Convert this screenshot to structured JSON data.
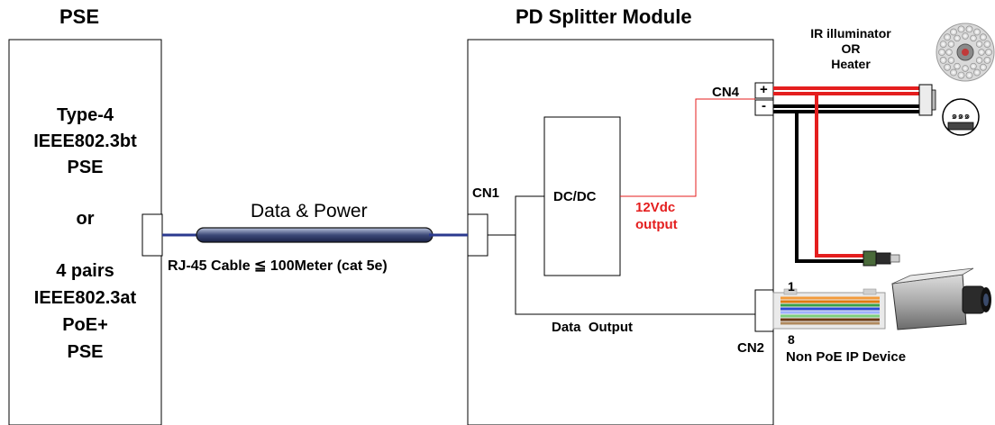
{
  "pse": {
    "title": "PSE",
    "line1": "Type-4",
    "line2": "IEEE802.3bt",
    "line3": "PSE",
    "or": "or",
    "line4": "4 pairs",
    "line5": "IEEE802.3at",
    "line6": "PoE+",
    "line7": "PSE"
  },
  "cable": {
    "label": "Data & Power",
    "spec": "RJ-45 Cable ≦ 100Meter (cat 5e)"
  },
  "splitter": {
    "title": "PD Splitter Module",
    "cn1": "CN1",
    "cn2": "CN2",
    "cn4": "CN4",
    "dcdc": "DC/DC",
    "output_line1": "12Vdc",
    "output_line2": "output",
    "data_output": "Data  Output",
    "plus": "+",
    "minus": "-"
  },
  "load": {
    "line1": "IR illuminator",
    "line2": "OR",
    "line3": "Heater",
    "heater_symbol": "๑๑๑"
  },
  "ip_device": {
    "pin1": "1",
    "pin8": "8",
    "label": "Non PoE IP Device"
  },
  "colors": {
    "power_red": "#e41e1e",
    "cable_blue": "#2b3a8f",
    "wire_black": "#000000"
  }
}
